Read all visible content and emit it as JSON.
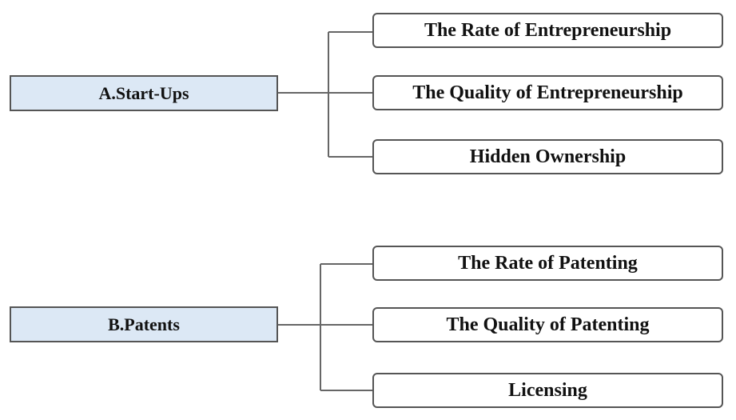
{
  "diagram": {
    "groups": [
      {
        "root": "A.Start-Ups",
        "children": [
          "The Rate of Entrepreneurship",
          "The Quality of Entrepreneurship",
          "Hidden Ownership"
        ]
      },
      {
        "root": "B.Patents",
        "children": [
          "The Rate of Patenting",
          "The Quality of Patenting",
          "Licensing"
        ]
      }
    ]
  }
}
